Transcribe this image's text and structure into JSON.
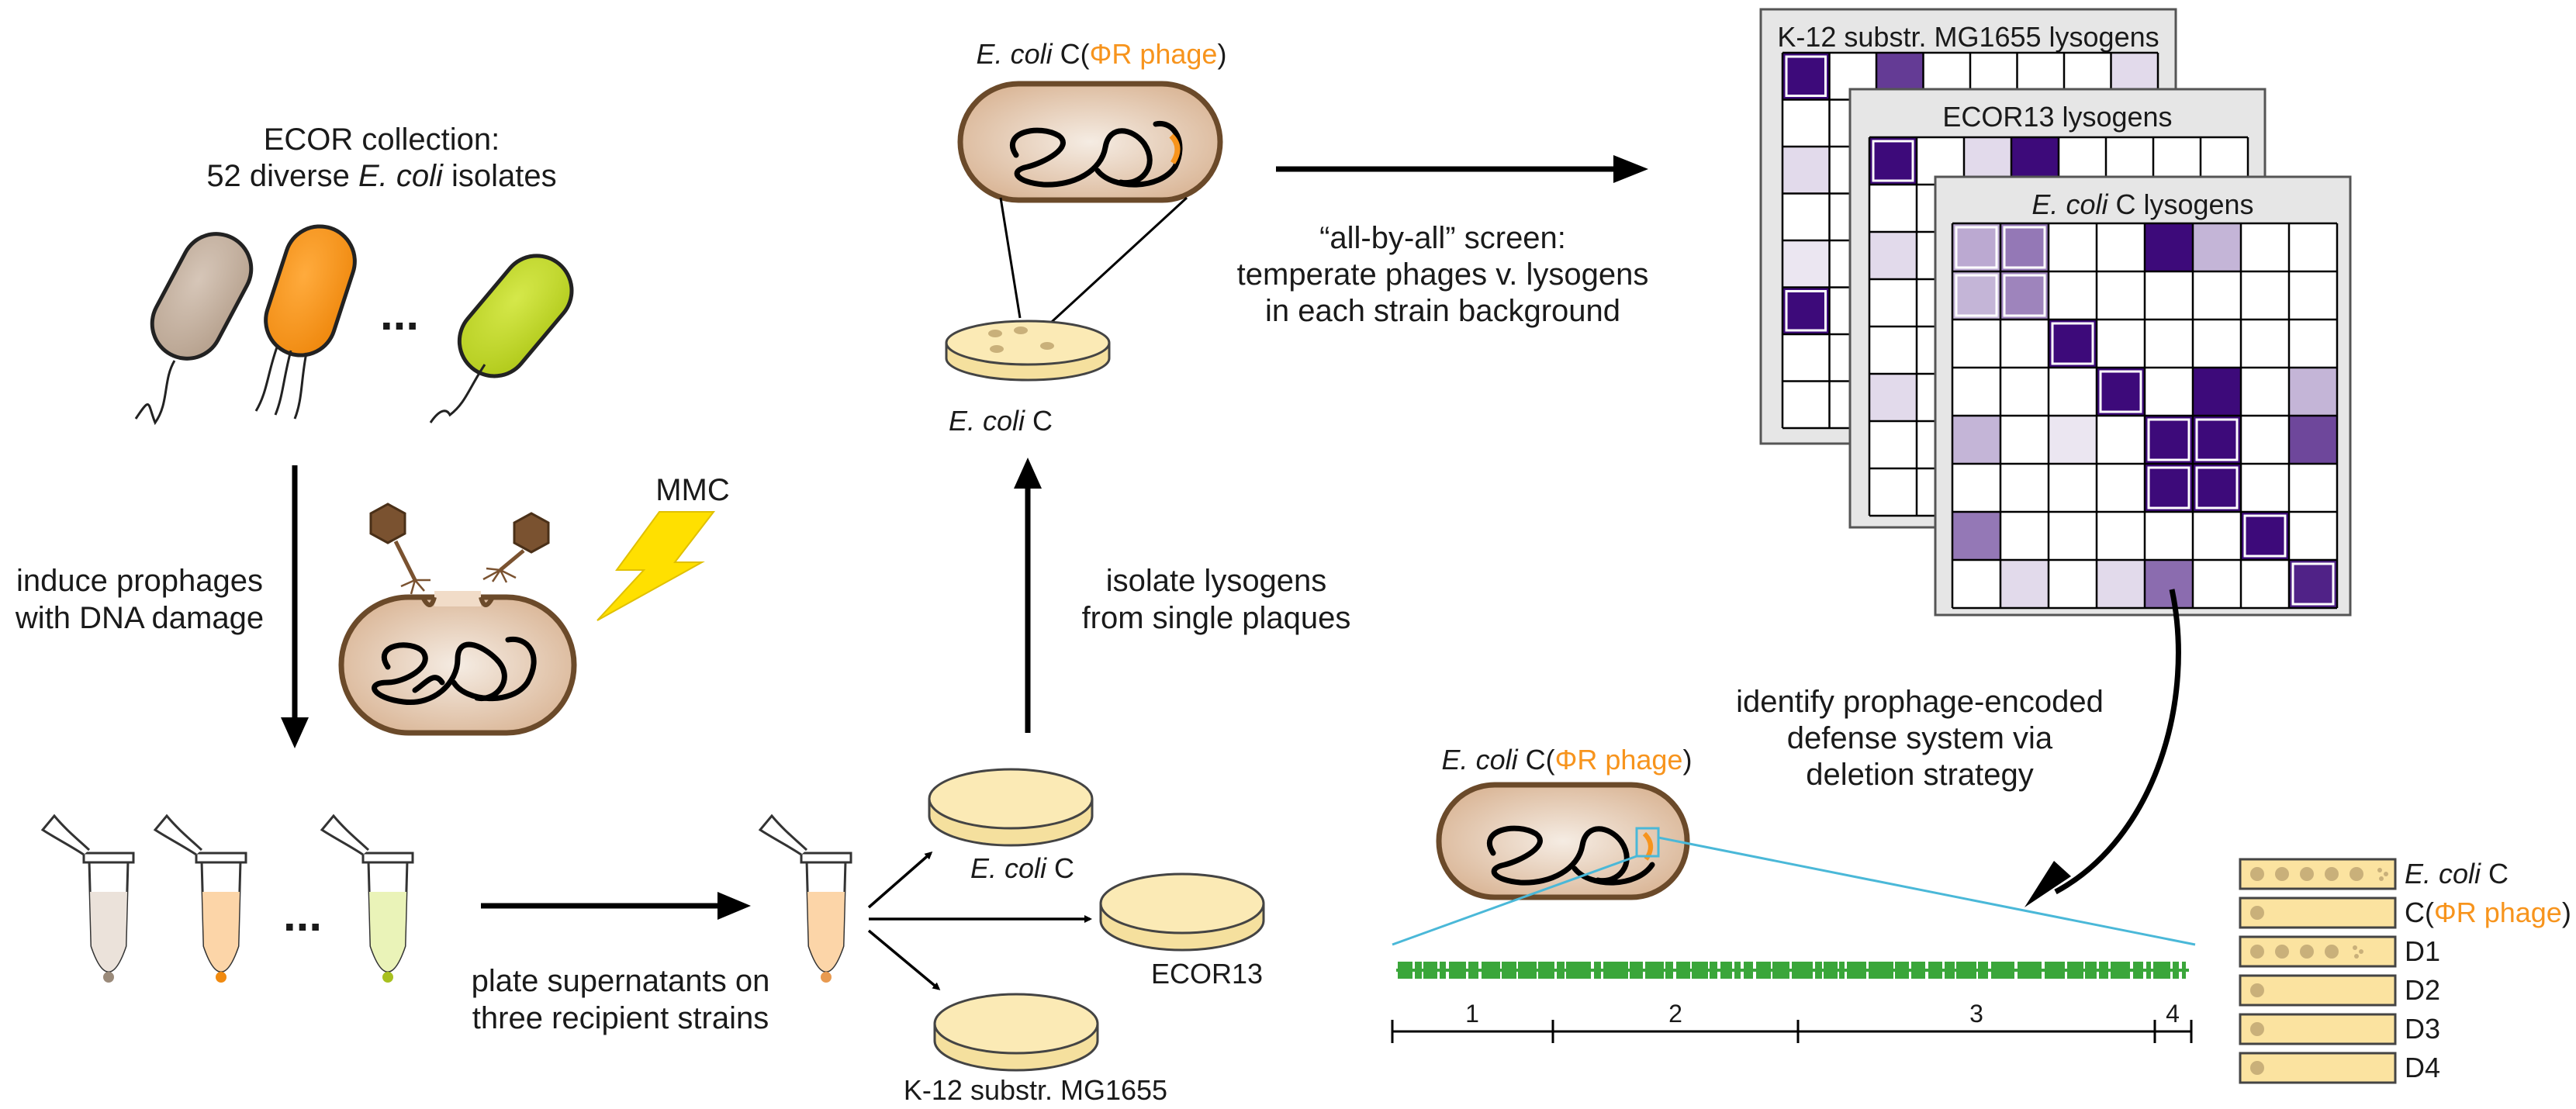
{
  "ecor": {
    "title_line1": "ECOR collection:",
    "title_pre": "52 diverse ",
    "title_ital": "E. coli",
    "title_post": " isolates",
    "ellipsis": "..."
  },
  "induce": {
    "line1": "induce prophages",
    "line2": "with DNA damage",
    "mmc": "MMC"
  },
  "tubes": {
    "ellipsis": "..."
  },
  "plate_step": {
    "line1": "plate supernatants on",
    "line2": "three recipient strains"
  },
  "recipients": {
    "ecoli_c_ital": "E. coli",
    "ecoli_c_post": " C",
    "ecor13": "ECOR13",
    "k12": "K-12 substr. MG1655"
  },
  "isolate": {
    "line1": "isolate lysogens",
    "line2": "from single plaques"
  },
  "lysogen": {
    "ital": "E. coli",
    "pre": " C(",
    "phage": "ΦR phage",
    "post": ")"
  },
  "plate_label": {
    "ital": "E. coli",
    "post": " C"
  },
  "screen": {
    "line1": "“all-by-all” screen:",
    "line2": "temperate phages v. lysogens",
    "line3": "in each strain background"
  },
  "grids": {
    "back_title": "K-12 substr. MG1655 lysogens",
    "mid_title": "ECOR13 lysogens",
    "front_title_ital": "E. coli",
    "front_title_post": " C lysogens",
    "front_cells": [
      [
        0.35,
        0.55,
        0,
        0,
        1.0,
        0.3,
        0,
        0
      ],
      [
        0.3,
        0.5,
        0,
        0,
        0,
        0,
        0,
        0
      ],
      [
        0,
        0,
        1.0,
        0,
        0,
        0,
        0,
        0
      ],
      [
        0,
        0,
        0,
        1.0,
        0,
        1.0,
        0,
        0.3
      ],
      [
        0.3,
        0,
        0.1,
        0,
        1.0,
        1.0,
        0,
        0.75
      ],
      [
        0,
        0,
        0,
        0,
        1.0,
        1.0,
        0,
        0
      ],
      [
        0.55,
        0,
        0,
        0,
        0,
        0,
        1.0,
        0
      ],
      [
        0,
        0.15,
        0,
        0.15,
        0.6,
        0,
        0,
        0.9
      ]
    ],
    "front_boxed": [
      [
        0,
        0
      ],
      [
        0,
        1
      ],
      [
        1,
        0
      ],
      [
        1,
        1
      ],
      [
        2,
        2
      ],
      [
        3,
        3
      ],
      [
        4,
        4
      ],
      [
        4,
        5
      ],
      [
        5,
        4
      ],
      [
        5,
        5
      ],
      [
        6,
        6
      ],
      [
        7,
        7
      ]
    ],
    "mid_cells": [
      [
        1.0,
        0,
        0.15,
        1.0,
        0
      ],
      [
        0,
        0,
        0,
        0,
        0
      ],
      [
        0.15,
        0,
        0,
        0,
        0
      ],
      [
        0,
        0,
        0,
        0,
        0
      ],
      [
        0,
        0,
        0,
        0,
        0
      ],
      [
        0.15,
        0,
        0,
        0,
        0
      ],
      [
        0,
        0,
        0,
        0,
        0
      ],
      [
        0,
        0,
        0,
        0,
        0
      ]
    ],
    "back_cells": [
      [
        1.0,
        0,
        0.8,
        0,
        0,
        0,
        0,
        0.15
      ],
      [
        0,
        0,
        0,
        0,
        0,
        0,
        0,
        0
      ],
      [
        0.15,
        0,
        0,
        0,
        0,
        0,
        0,
        0
      ],
      [
        0,
        0,
        0,
        0,
        0,
        0,
        0,
        0
      ],
      [
        0.1,
        0,
        0,
        0,
        0,
        0,
        0,
        0
      ],
      [
        1.0,
        0,
        0,
        0,
        0,
        0,
        0,
        0
      ],
      [
        0,
        0,
        0,
        0,
        0,
        0,
        0,
        0
      ],
      [
        0,
        0,
        0,
        0,
        0,
        0,
        0,
        0
      ]
    ],
    "color": "#3d0a7a"
  },
  "identify": {
    "line1": "identify prophage-encoded",
    "line2": "defense system via",
    "line3": "deletion strategy"
  },
  "genome": {
    "label_ital": "E. coli",
    "label_pre": " C(",
    "label_phage": "ΦR phage",
    "label_post": ")",
    "segments": [
      "1",
      "2",
      "3",
      "4"
    ]
  },
  "assay": {
    "rows": [
      {
        "ital": "E. coli",
        "post": " C",
        "pre": "",
        "phage": "",
        "end": "",
        "spots": 5,
        "trail": true
      },
      {
        "ital": "",
        "post": "",
        "pre": "C(",
        "phage": "ΦR phage",
        "end": ")",
        "spots": 1,
        "trail": false
      },
      {
        "ital": "",
        "post": "D1",
        "pre": "",
        "phage": "",
        "end": "",
        "spots": 4,
        "trail": true
      },
      {
        "ital": "",
        "post": "D2",
        "pre": "",
        "phage": "",
        "end": "",
        "spots": 1,
        "trail": false
      },
      {
        "ital": "",
        "post": "D3",
        "pre": "",
        "phage": "",
        "end": "",
        "spots": 1,
        "trail": false
      },
      {
        "ital": "",
        "post": "D4",
        "pre": "",
        "phage": "",
        "end": "",
        "spots": 1,
        "trail": false
      }
    ]
  },
  "colors": {
    "cell_tan": "#c8b6a6",
    "cell_orange": "#f7941d",
    "cell_green": "#c4d82e",
    "plate": "#fbeab5",
    "host_body": "#e8cdb4",
    "phage": "#7a5230",
    "mmc": "#ffe000",
    "zoom": "#4ab8d8",
    "gene": "#3aa63a",
    "grid": "#3d0a7a"
  }
}
